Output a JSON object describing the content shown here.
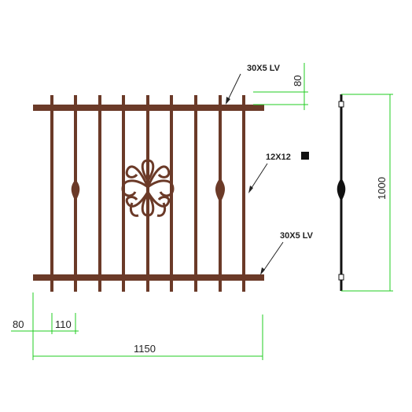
{
  "labels": {
    "top_rail": "30X5 LV",
    "bar": "12X12",
    "bottom_rail": "30X5 LV"
  },
  "dimensions": {
    "overhang": "80",
    "spacing": "110",
    "width": "1150",
    "height": "1000",
    "top_extension": "80"
  },
  "colors": {
    "iron": "#6b3a28",
    "side_view": "#111111",
    "dimension_line": "#22cc22",
    "leader": "#222222",
    "text": "#222222"
  }
}
